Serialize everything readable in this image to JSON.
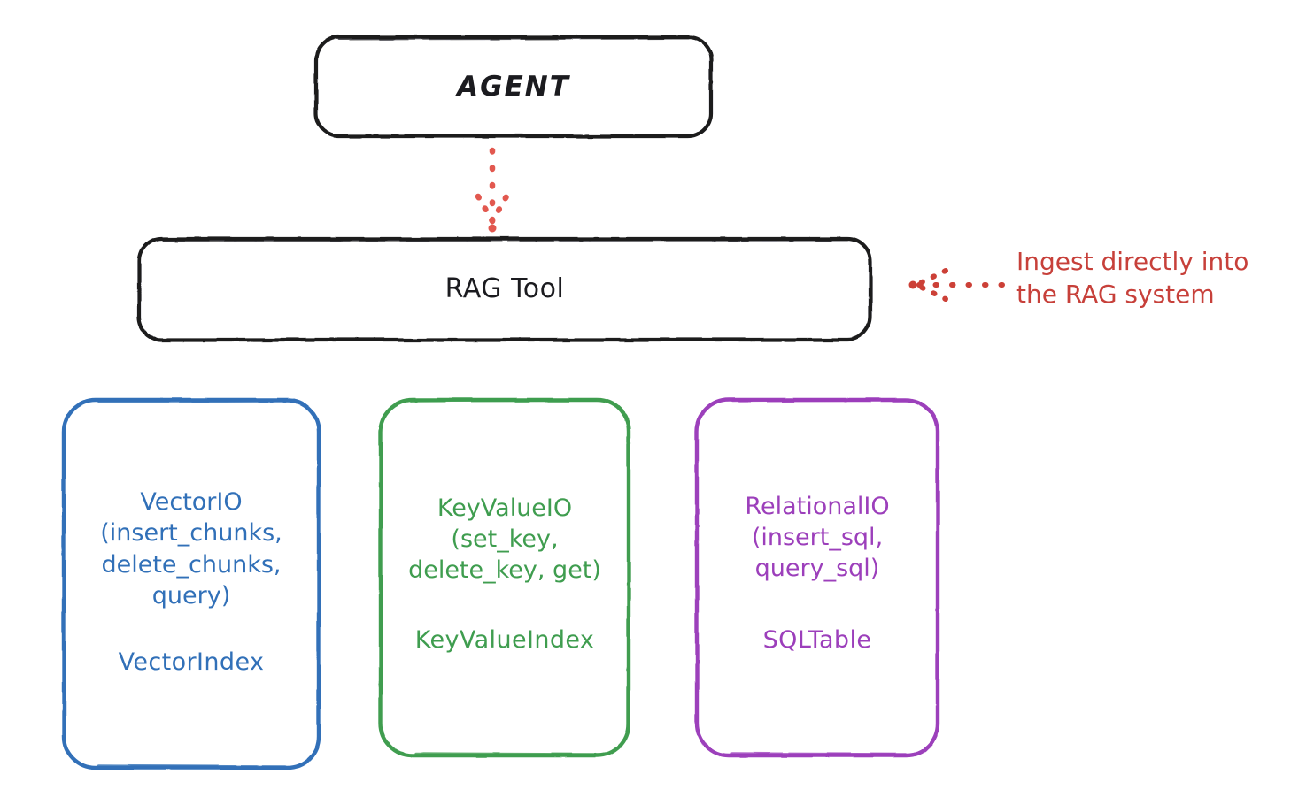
{
  "diagram": {
    "title_node": "AGENT",
    "background": "#ffffff",
    "nodes": {
      "agent": {
        "label": "AGENT",
        "color": "#1b1b1f"
      },
      "rag_tool": {
        "label": "RAG Tool",
        "color": "#1b1b1f"
      },
      "vector_io": {
        "label": "VectorIO\n(insert_chunks,\ndelete_chunks,\nquery)",
        "sub_label": "VectorIndex",
        "color": "#3170b8"
      },
      "key_value_io": {
        "label": "KeyValueIO\n(set_key,\ndelete_key, get)",
        "sub_label": "KeyValueIndex",
        "color": "#3f9d4f"
      },
      "relational_io": {
        "label": "RelationalIO\n(insert_sql,\nquery_sql)",
        "sub_label": "SQLTable",
        "color": "#9c3fbb"
      }
    },
    "annotations": {
      "ingest": {
        "text": "Ingest directly into\nthe RAG system",
        "color": "#c7403a"
      }
    },
    "edges": [
      {
        "name": "agent-to-rag-tool",
        "from": "agent",
        "to": "rag_tool",
        "style": "dotted",
        "color": "#e2584f",
        "arrow": "down"
      },
      {
        "name": "ingest-to-rag-tool",
        "from": "ingest_annotation",
        "to": "rag_tool",
        "style": "dotted",
        "color": "#cc4037",
        "arrow": "left"
      }
    ]
  }
}
